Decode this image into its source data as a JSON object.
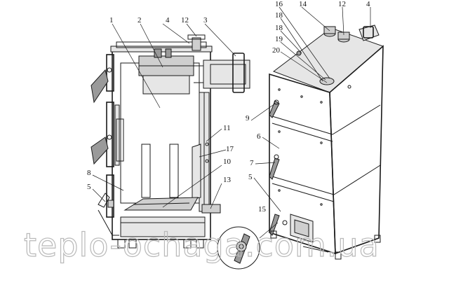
{
  "callouts": {
    "c1": "1",
    "c2": "2",
    "c4a": "4",
    "c12a": "12",
    "c3": "3",
    "c11": "11",
    "c17": "17",
    "c10": "10",
    "c13": "13",
    "c8": "8",
    "c5a": "5",
    "c16": "16",
    "c14": "14",
    "c12b": "12",
    "c4b": "4",
    "c18a": "18",
    "c18b": "18",
    "c19": "19",
    "c20": "20",
    "c9": "9",
    "c6": "6",
    "c7": "7",
    "c5b": "5",
    "c15": "15"
  },
  "watermark": "teplo-ochaga.com.ua"
}
